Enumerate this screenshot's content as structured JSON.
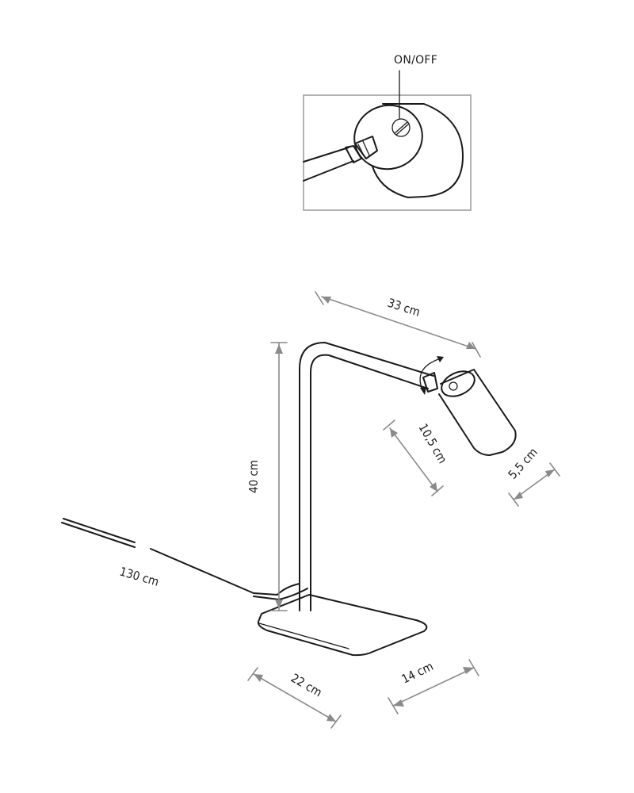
{
  "inset": {
    "switch_label": "ON/OFF"
  },
  "dimensions": {
    "width_arm": "33 cm",
    "height": "40 cm",
    "head_length": "10,5 cm",
    "head_diameter": "5,5 cm",
    "cable": "130 cm",
    "base_length": "22 cm",
    "base_width": "14 cm"
  },
  "colors": {
    "line": "#1a1a1a",
    "dimension": "#8a8a8a"
  }
}
